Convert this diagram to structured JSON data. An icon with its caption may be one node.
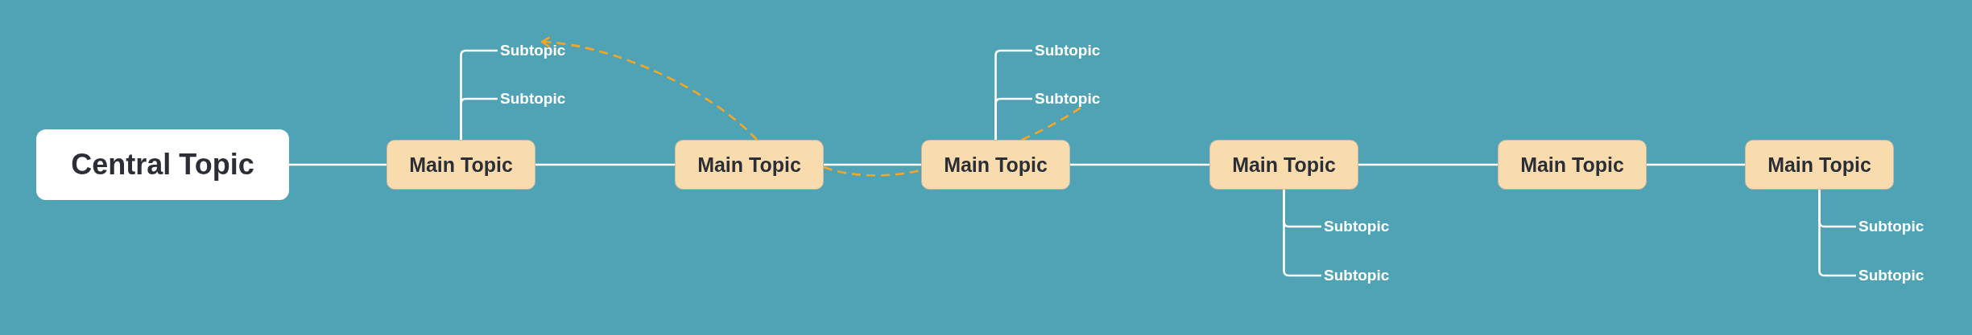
{
  "diagram": {
    "nodes": [
      {
        "text": [
          "Central Topic"
        ]
      },
      {
        "text": [
          "Main Topic"
        ]
      },
      {
        "text": [
          "Subtopic"
        ]
      },
      {
        "text": [
          "Subtopic"
        ]
      },
      {
        "text": [
          "Main Topic"
        ]
      },
      {
        "text": [
          "Main Topic"
        ]
      },
      {
        "text": [
          "Subtopic"
        ]
      },
      {
        "text": [
          "Subtopic"
        ]
      },
      {
        "text": [
          "Main Topic"
        ]
      },
      {
        "text": [
          "Subtopic"
        ]
      },
      {
        "text": [
          "Subtopic"
        ]
      },
      {
        "text": [
          "Main Topic"
        ]
      },
      {
        "text": [
          "Main Topic"
        ]
      },
      {
        "text": [
          "Subtopic"
        ]
      },
      {
        "text": [
          "Subtopic"
        ]
      }
    ],
    "edges": [
      {
        "from": 0,
        "to": 1,
        "arrow": "none"
      },
      {
        "from": 1,
        "to": 2,
        "arrow": "none"
      },
      {
        "from": 1,
        "to": 3,
        "arrow": "none"
      },
      {
        "from": 1,
        "to": 4,
        "arrow": "none"
      },
      {
        "from": 4,
        "to": 5,
        "arrow": "none"
      },
      {
        "from": 5,
        "to": 6,
        "arrow": "none"
      },
      {
        "from": 5,
        "to": 7,
        "arrow": "none"
      },
      {
        "from": 5,
        "to": 8,
        "arrow": "none"
      },
      {
        "from": 8,
        "to": 9,
        "arrow": "none"
      },
      {
        "from": 8,
        "to": 10,
        "arrow": "none"
      },
      {
        "from": 8,
        "to": 11,
        "arrow": "none"
      },
      {
        "from": 11,
        "to": 12,
        "arrow": "none"
      },
      {
        "from": 12,
        "to": 13,
        "arrow": "none"
      },
      {
        "from": 12,
        "to": 14,
        "arrow": "none"
      },
      {
        "from": 4,
        "to": 2,
        "arrow": "to",
        "style": "dashed",
        "color": "#f5a623"
      },
      {
        "from": 4,
        "to": 5,
        "arrow": "none",
        "style": "dashed",
        "color": "#f5a623"
      },
      {
        "from": 5,
        "to": 7,
        "arrow": "none",
        "style": "dashed",
        "color": "#f5a623"
      }
    ]
  }
}
